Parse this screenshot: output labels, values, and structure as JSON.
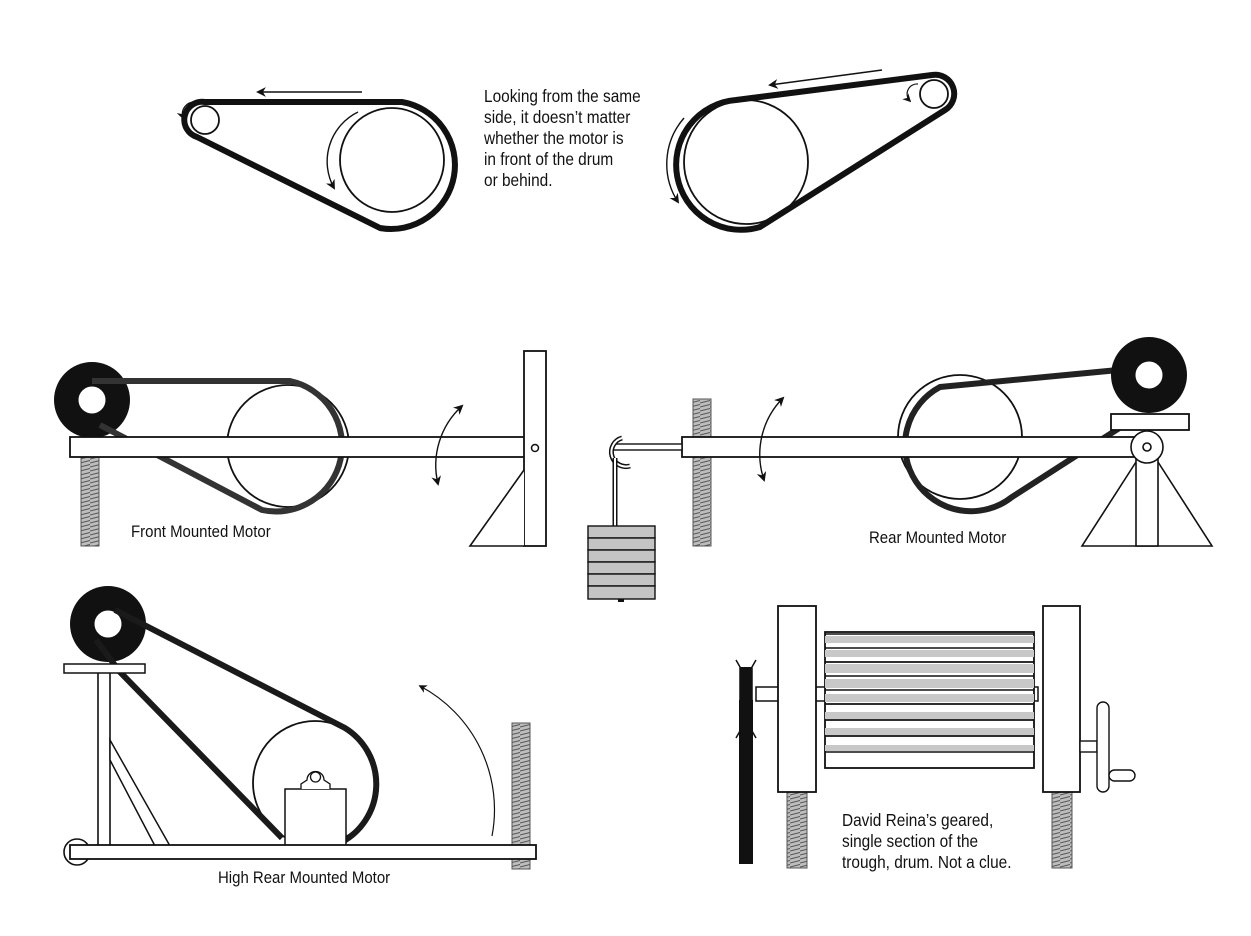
{
  "colors": {
    "ink": "#111111",
    "belt": "#1a1a1a",
    "weight_fill": "#c4c4c4",
    "thread_fill": "#b5b5b5",
    "paper": "#ffffff"
  },
  "top_note": {
    "lines": [
      "Looking from the same",
      "side, it doesn’t matter",
      "whether the motor is",
      "in front of the drum",
      "or behind."
    ]
  },
  "captions": {
    "front": "Front Mounted Motor",
    "rear": "Rear Mounted Motor",
    "high_rear": "High Rear Mounted Motor"
  },
  "reina_note": {
    "lines": [
      "David Reina’s geared,",
      "single section of the",
      "trough, drum. Not a clue."
    ]
  },
  "icons": {
    "rotation_arrow": "curved-double-arrow",
    "direction_arrow": "straight-arrow",
    "motor_pulley": "black-pulley",
    "threaded_rod": "threaded-rod",
    "weight_stack": "weight-stack",
    "crank_handle": "crank-handle"
  }
}
